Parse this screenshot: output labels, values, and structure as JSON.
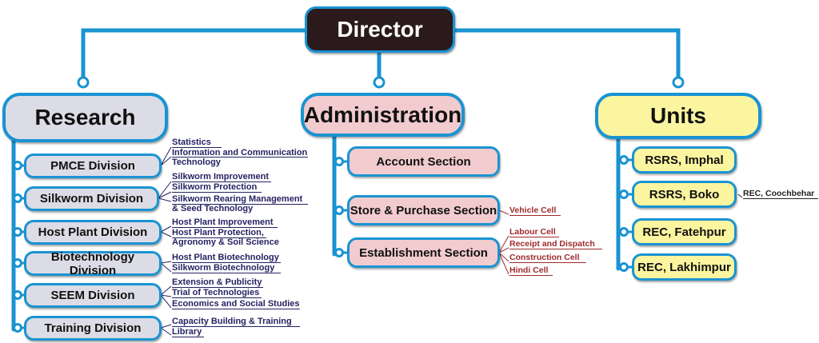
{
  "director": {
    "label": "Director"
  },
  "research": {
    "title": "Research",
    "divisions": [
      {
        "label": "PMCE Division",
        "subs": [
          "Statistics",
          "Information and Communication",
          "Technology"
        ]
      },
      {
        "label": "Silkworm Division",
        "subs": [
          "Silkworm Improvement",
          "Silkworm Protection",
          "Silkworm Rearing Management",
          "& Seed Technology"
        ]
      },
      {
        "label": "Host Plant Division",
        "subs": [
          "Host Plant Improvement",
          "Host Plant Protection,",
          "Agronomy & Soil Science"
        ]
      },
      {
        "label": "Biotechnology Division",
        "subs": [
          "Host Plant Biotechnology",
          "Silkworm Biotechnology"
        ]
      },
      {
        "label": "SEEM Division",
        "subs": [
          "Extension & Publicity",
          "Trial of Technologies",
          "Economics and Social Studies"
        ]
      },
      {
        "label": "Training Division",
        "subs": [
          "Capacity Building & Training",
          "Library"
        ]
      }
    ]
  },
  "administration": {
    "title": "Administration",
    "sections": [
      {
        "label": "Account Section",
        "subs": []
      },
      {
        "label": "Store & Purchase Section",
        "subs": [
          "Vehicle Cell"
        ]
      },
      {
        "label": "Establishment Section",
        "subs": [
          "Labour Cell",
          "Receipt and Dispatch",
          "Construction Cell",
          "Hindi Cell"
        ]
      }
    ]
  },
  "units": {
    "title": "Units",
    "items": [
      {
        "label": "RSRS, Imphal",
        "subs": []
      },
      {
        "label": "RSRS, Boko",
        "subs": [
          "REC, Coochbehar"
        ]
      },
      {
        "label": "REC, Fatehpur",
        "subs": []
      },
      {
        "label": "REC, Lakhimpur",
        "subs": []
      }
    ]
  },
  "colors": {
    "connector": "#1a93d2",
    "director_fill": "#2a1a1c",
    "research_fill": "#dcdce6",
    "admin_fill": "#f2cbce",
    "units_fill": "#fbf5a0",
    "research_sub_text": "#262262",
    "admin_sub_text": "#9e2a2b"
  }
}
